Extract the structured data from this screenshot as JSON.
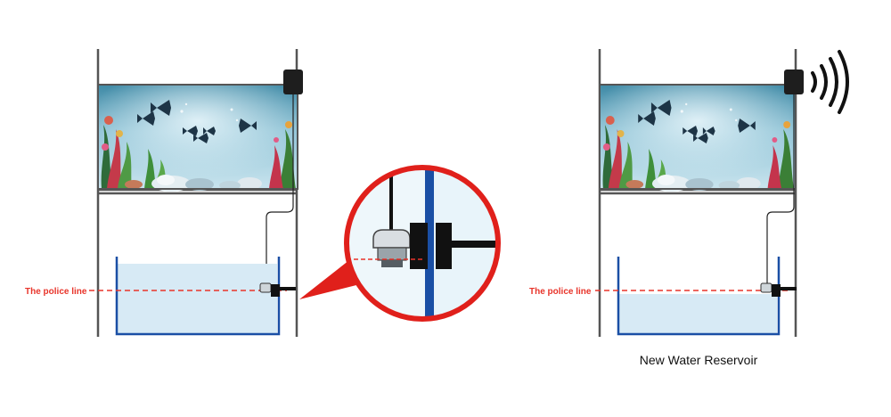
{
  "labels": {
    "police_line_left": "The police line",
    "police_line_right": "The police line",
    "reservoir_caption": "New Water Reservoir"
  },
  "colors": {
    "police_line": "#e8342a",
    "magnifier_ring": "#e0201b",
    "reservoir_wall": "#1a4fa5",
    "water": "#d7eaf5",
    "stand_frame": "#555555",
    "sensor_body": "#111111"
  },
  "icons": {
    "water_level_sensor": "sensor-icon",
    "wireless_signal": "wifi-signal-icon",
    "magnifier": "magnifier-icon"
  }
}
